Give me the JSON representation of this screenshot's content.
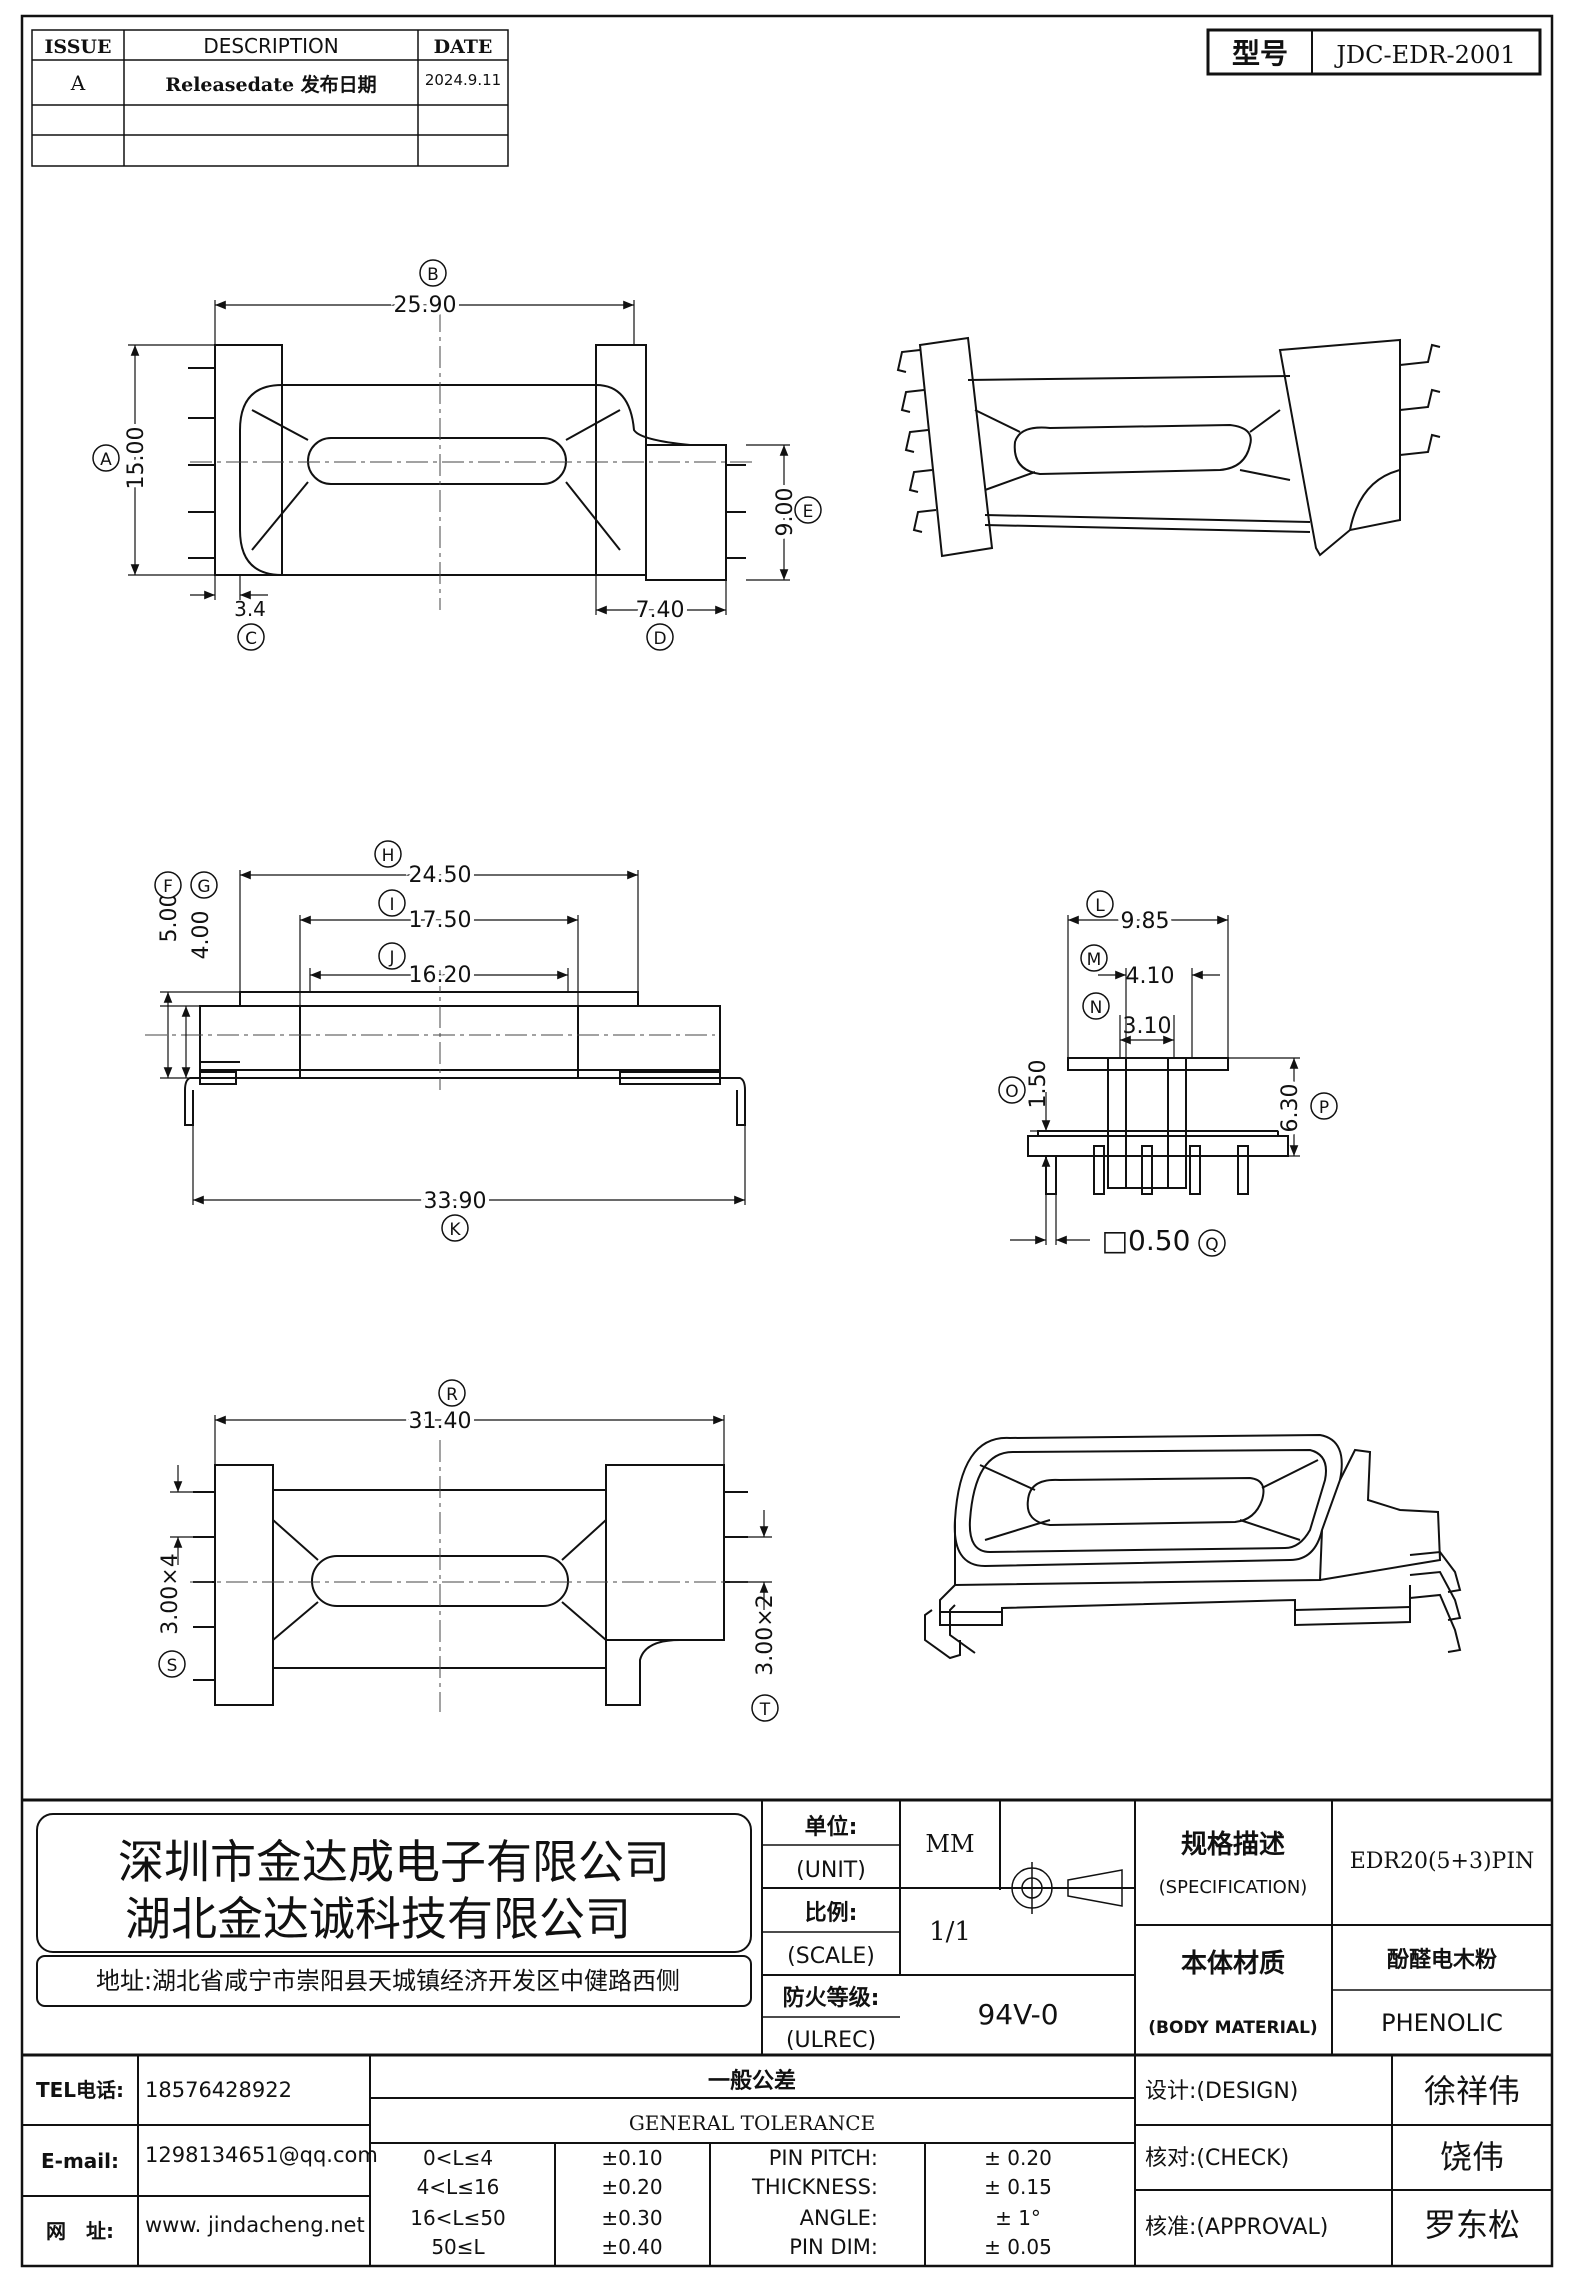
{
  "revision_table": {
    "headers": {
      "issue": "ISSUE",
      "description": "DESCRIPTION",
      "date": "DATE"
    },
    "rows": [
      {
        "issue": "A",
        "description": "Releasedate 发布日期",
        "date": "2024.9.11"
      }
    ]
  },
  "model": {
    "label": "型号",
    "value": "JDC-EDR-2001"
  },
  "dimensions": {
    "A": {
      "tag": "A",
      "value": "15.00"
    },
    "B": {
      "tag": "B",
      "value": "25.90"
    },
    "C": {
      "tag": "C",
      "value": "3.4"
    },
    "D": {
      "tag": "D",
      "value": "7.40"
    },
    "E": {
      "tag": "E",
      "value": "9.00"
    },
    "F": {
      "tag": "F",
      "value": "5.00"
    },
    "G": {
      "tag": "G",
      "value": "4.00"
    },
    "H": {
      "tag": "H",
      "value": "24.50"
    },
    "I": {
      "tag": "I",
      "value": "17.50"
    },
    "J": {
      "tag": "J",
      "value": "16.20"
    },
    "K": {
      "tag": "K",
      "value": "33.90"
    },
    "L": {
      "tag": "L",
      "value": "9.85"
    },
    "M": {
      "tag": "M",
      "value": "4.10"
    },
    "N": {
      "tag": "N",
      "value": "3.10"
    },
    "O": {
      "tag": "O",
      "value": "1.50"
    },
    "P": {
      "tag": "P",
      "value": "6.30"
    },
    "Q": {
      "tag": "Q",
      "value": "□0.50"
    },
    "R": {
      "tag": "R",
      "value": "31.40"
    },
    "S": {
      "tag": "S",
      "value": "3.00×4"
    },
    "T": {
      "tag": "T",
      "value": "3.00×2"
    }
  },
  "title_block": {
    "company_1": "深圳市金达成电子有限公司",
    "company_2": "湖北金达诚科技有限公司",
    "address": "地址:湖北省咸宁市崇阳县天城镇经济开发区中健路西侧",
    "unit_label_cn": "单位:",
    "unit_label_en": "(UNIT)",
    "unit_value": "MM",
    "scale_label_cn": "比例:",
    "scale_label_en": "(SCALE)",
    "scale_value": "1/1",
    "fire_label_cn": "防火等级:",
    "fire_label_en": "(ULREC)",
    "fire_value": "94V-0",
    "spec_label_cn": "规格描述",
    "spec_label_en": "(SPECIFICATION)",
    "spec_value": "EDR20(5+3)PIN",
    "material_label_cn": "本体材质",
    "material_label_en": "(BODY MATERIAL)",
    "material_value_cn": "酚醛电木粉",
    "material_value_en": "PHENOLIC",
    "tel_label": "TEL电话:",
    "tel_value": "18576428922",
    "email_label": "E-mail:",
    "email_value": "1298134651@qq.com",
    "web_label": "网　址:",
    "web_value": "www. jindacheng.net",
    "tolerance_cn": "一般公差",
    "tolerance_en": "GENERAL TOLERANCE",
    "tolerances": [
      {
        "range": "0<L≤4",
        "value": "±0.10"
      },
      {
        "range": "4<L≤16",
        "value": "±0.20"
      },
      {
        "range": "16<L≤50",
        "value": "±0.30"
      },
      {
        "range": "50≤L",
        "value": "±0.40"
      }
    ],
    "specs": [
      {
        "label": "PIN PITCH:",
        "value": "± 0.20"
      },
      {
        "label": "THICKNESS:",
        "value": "± 0.15"
      },
      {
        "label": "ANGLE:",
        "value": "± 1°"
      },
      {
        "label": "PIN DIM:",
        "value": "± 0.05"
      }
    ],
    "design_label": "设计:(DESIGN)",
    "design_value": "徐祥伟",
    "check_label": "核对:(CHECK)",
    "check_value": "饶伟",
    "approval_label": "核准:(APPROVAL)",
    "approval_value": "罗东松"
  }
}
